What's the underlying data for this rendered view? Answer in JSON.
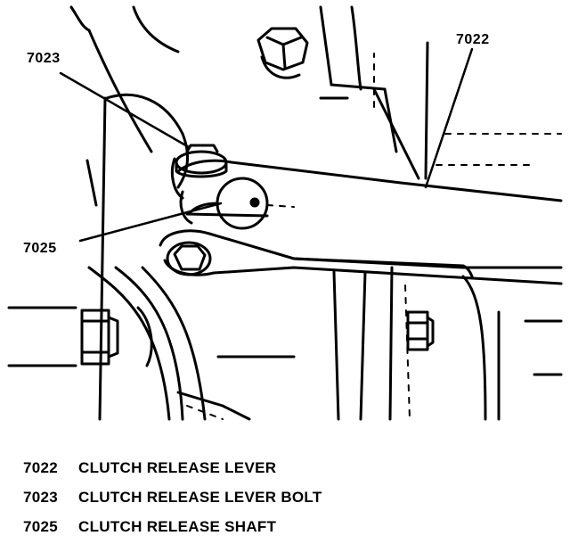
{
  "callouts": {
    "lever": "7022",
    "bolt": "7023",
    "shaft": "7025"
  },
  "legend": [
    {
      "number": "7022",
      "description": "CLUTCH RELEASE LEVER"
    },
    {
      "number": "7023",
      "description": "CLUTCH RELEASE LEVER BOLT"
    },
    {
      "number": "7025",
      "description": "CLUTCH RELEASE SHAFT"
    }
  ],
  "colors": {
    "ink": "#000000",
    "paper": "#ffffff"
  }
}
